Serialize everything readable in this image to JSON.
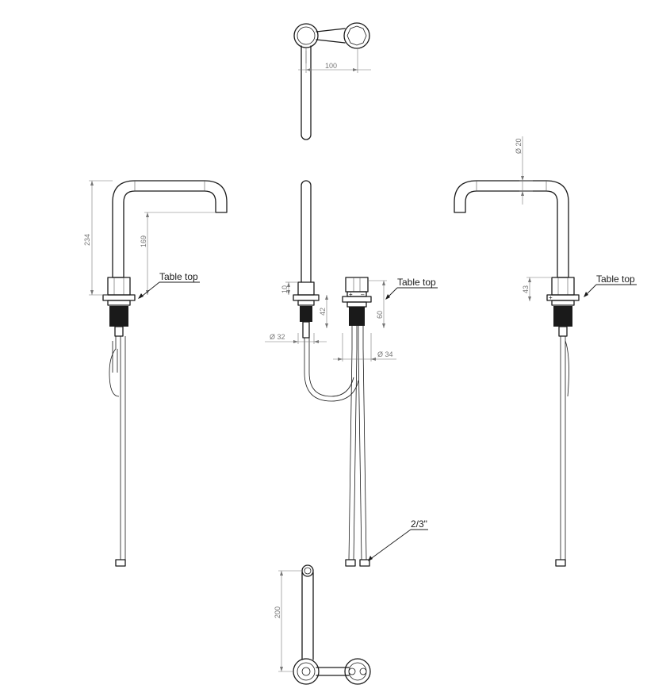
{
  "dimensions": {
    "top_spacing": "100",
    "spout_diameter": "Ø 20",
    "overall_height": "234",
    "spout_drop": "169",
    "base_left": "43",
    "base_center": "10",
    "thread_center": "42",
    "handle_height": "60",
    "base_diameter": "Ø 32",
    "handle_diameter": "Ø 34",
    "bottom_length": "200"
  },
  "labels": {
    "table_top": "Table top",
    "hose_connection": "2/3\""
  }
}
